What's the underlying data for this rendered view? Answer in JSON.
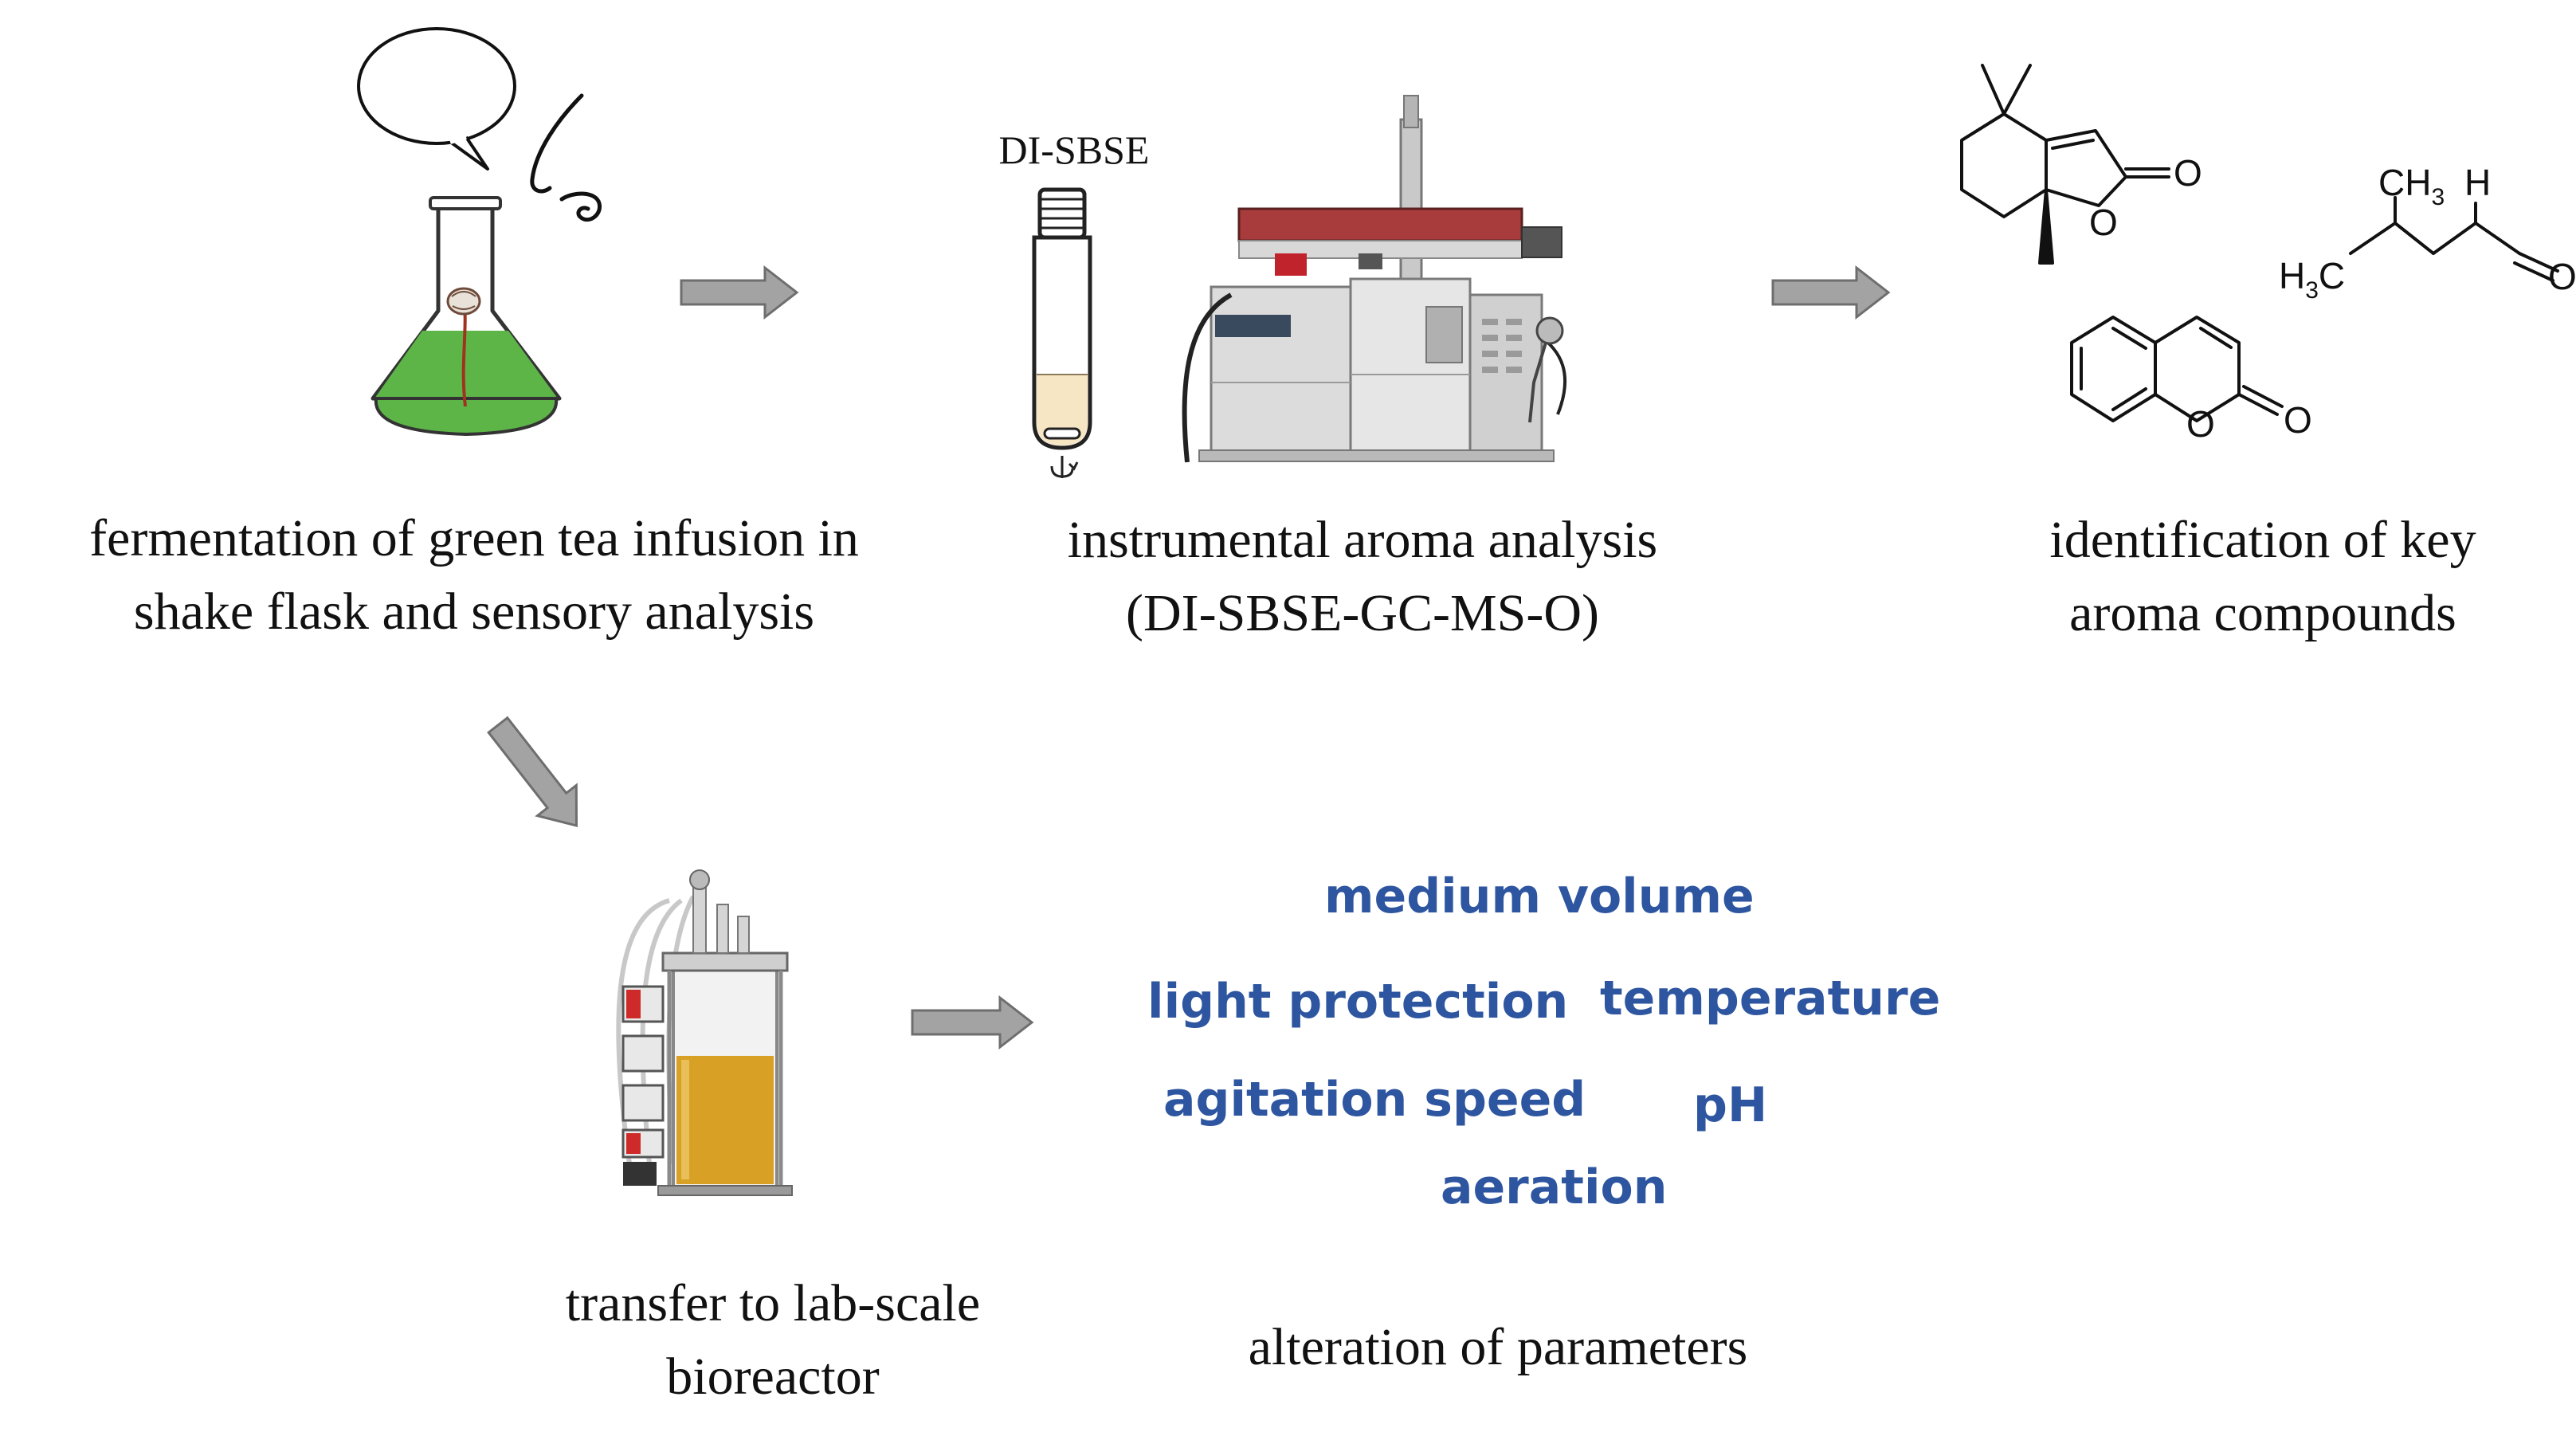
{
  "captions": {
    "fermentation": [
      "fermentation of green tea infusion in",
      "shake flask and sensory analysis"
    ],
    "instrumental": [
      "instrumental aroma analysis",
      "(DI-SBSE-GC-MS-O)"
    ],
    "identification": [
      "identification of key",
      "aroma compounds"
    ],
    "transfer": [
      "transfer to lab-scale",
      "bioreactor"
    ],
    "alteration": "alteration of parameters"
  },
  "vial_label": "DI-SBSE",
  "parameters": {
    "medium_volume": "medium volume",
    "light_protection": "light protection",
    "temperature": "temperature",
    "agitation_speed": "agitation speed",
    "ph": "pH",
    "aeration": "aeration"
  },
  "chemistry": {
    "carbonyl_o": "O",
    "ring_o": "O",
    "ch3": "CH",
    "ch3_sub": "3",
    "h3c_h": "H",
    "h3c_sub": "3",
    "h3c_c": "C",
    "aldehyde_h": "H",
    "aldehyde_o": "O",
    "coumarin_ring_o": "O",
    "coumarin_carbonyl_o": "O"
  },
  "colors": {
    "parameter_text": "#2d55a0",
    "arrow_fill": "#a3a3a3",
    "arrow_stroke": "#6e6e6e",
    "flask_liquid": "#5db548",
    "bioreactor_liquid": "#d9a026",
    "text": "#111111"
  }
}
